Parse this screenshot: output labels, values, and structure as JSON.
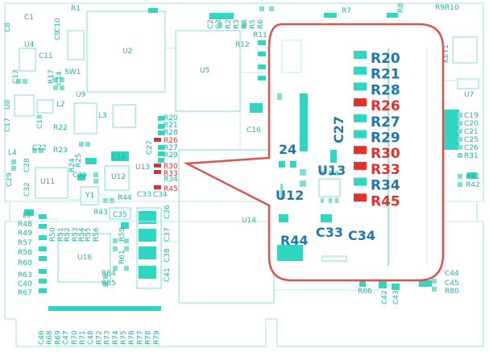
{
  "board": {
    "title": "",
    "colors": {
      "trace": "#7fdfd3",
      "label": "#19b6a8",
      "pad": "#2fd6c2",
      "highlight": "#e0322a",
      "callout_border": "#d9534f",
      "callout_label": "#1f78a8"
    }
  },
  "labels": {
    "R1": "R1",
    "C1": "C1",
    "C8": "C8",
    "C9": "C9",
    "C10": "C10",
    "C11": "C11",
    "U4": "U4",
    "SW1": "SW1",
    "U2": "U2",
    "U5": "U5",
    "C13": "C13",
    "R17": "R17",
    "C14": "C14",
    "U8": "U8",
    "L2": "L2",
    "U9": "U9",
    "L3": "L3",
    "C17": "C17",
    "C18": "C18",
    "R22": "R22",
    "R23": "R23",
    "L4": "L4",
    "C22": "C22",
    "C29": "C29",
    "C28": "C28",
    "U11": "U11",
    "C32": "C32",
    "R24": "R24",
    "R25": "R25",
    "C30": "C30",
    "Y1": "Y1",
    "C24": "C24",
    "U12": "U12",
    "L5": "L5",
    "R48": "R48",
    "R49": "R49",
    "R57": "R57",
    "R58": "R58",
    "R60": "R60",
    "R63": "R63",
    "C40": "C40",
    "R67": "R67",
    "R43": "R43",
    "C35": "C35",
    "R44": "R44",
    "C33": "C33",
    "C34": "C34",
    "U13": "U13",
    "U16": "U16",
    "R59": "R59",
    "R61": "R61",
    "R64": "R64",
    "R65": "R65",
    "C36": "C36",
    "C37": "C37",
    "C38": "C38",
    "C41": "C41",
    "U14": "U14",
    "C16": "C16",
    "R12": "R12",
    "R11": "R11",
    "R7": "R7",
    "R8": "R8",
    "KEY1": "KEY1",
    "U7": "U7",
    "C19": "C19",
    "C20": "C20",
    "C21": "C21",
    "C25": "C25",
    "C26": "C26",
    "R31": "R31",
    "R41": "R41",
    "R42": "R42",
    "C44": "C44",
    "C45": "C45",
    "R80": "R80",
    "R66": "R66",
    "C42": "C42",
    "C43": "C43",
    "R50": "R50",
    "R51": "R51",
    "R52": "R52",
    "R53": "R53",
    "R54": "R54",
    "R55": "R55",
    "R56": "R56",
    "C27": "C27",
    "R20": "R20",
    "R21": "R21",
    "R28": "R28",
    "R26": "R26",
    "R27": "R27",
    "R29": "R29",
    "R30": "R30",
    "R33": "R33",
    "R34": "R34",
    "R45": "R45",
    "C2": "C2",
    "C3": "C3",
    "R2": "R2",
    "R3": "R3",
    "R4": "R4",
    "R5": "R5",
    "R6": "R6",
    "R9": "R9",
    "R10": "R10"
  },
  "bottom_row": [
    "C46",
    "R68",
    "R69",
    "C47",
    "R70",
    "R71",
    "C48",
    "R72",
    "R73",
    "R74",
    "R75",
    "R76",
    "R77",
    "R78",
    "R79"
  ],
  "callout": {
    "rows": [
      {
        "label": "R20",
        "highlight": false
      },
      {
        "label": "R21",
        "highlight": false
      },
      {
        "label": "R28",
        "highlight": false
      },
      {
        "label": "R26",
        "highlight": true
      },
      {
        "label": "R27",
        "highlight": false
      },
      {
        "label": "R29",
        "highlight": false
      },
      {
        "label": "R30",
        "highlight": true
      },
      {
        "label": "R33",
        "highlight": true
      },
      {
        "label": "R34",
        "highlight": false
      },
      {
        "label": "R45",
        "highlight": true
      }
    ],
    "other": {
      "c27": "C27",
      "u13": "U13",
      "u12": "U12",
      "n24": "24",
      "r44": "R44",
      "c33": "C33",
      "c34": "C34"
    }
  }
}
